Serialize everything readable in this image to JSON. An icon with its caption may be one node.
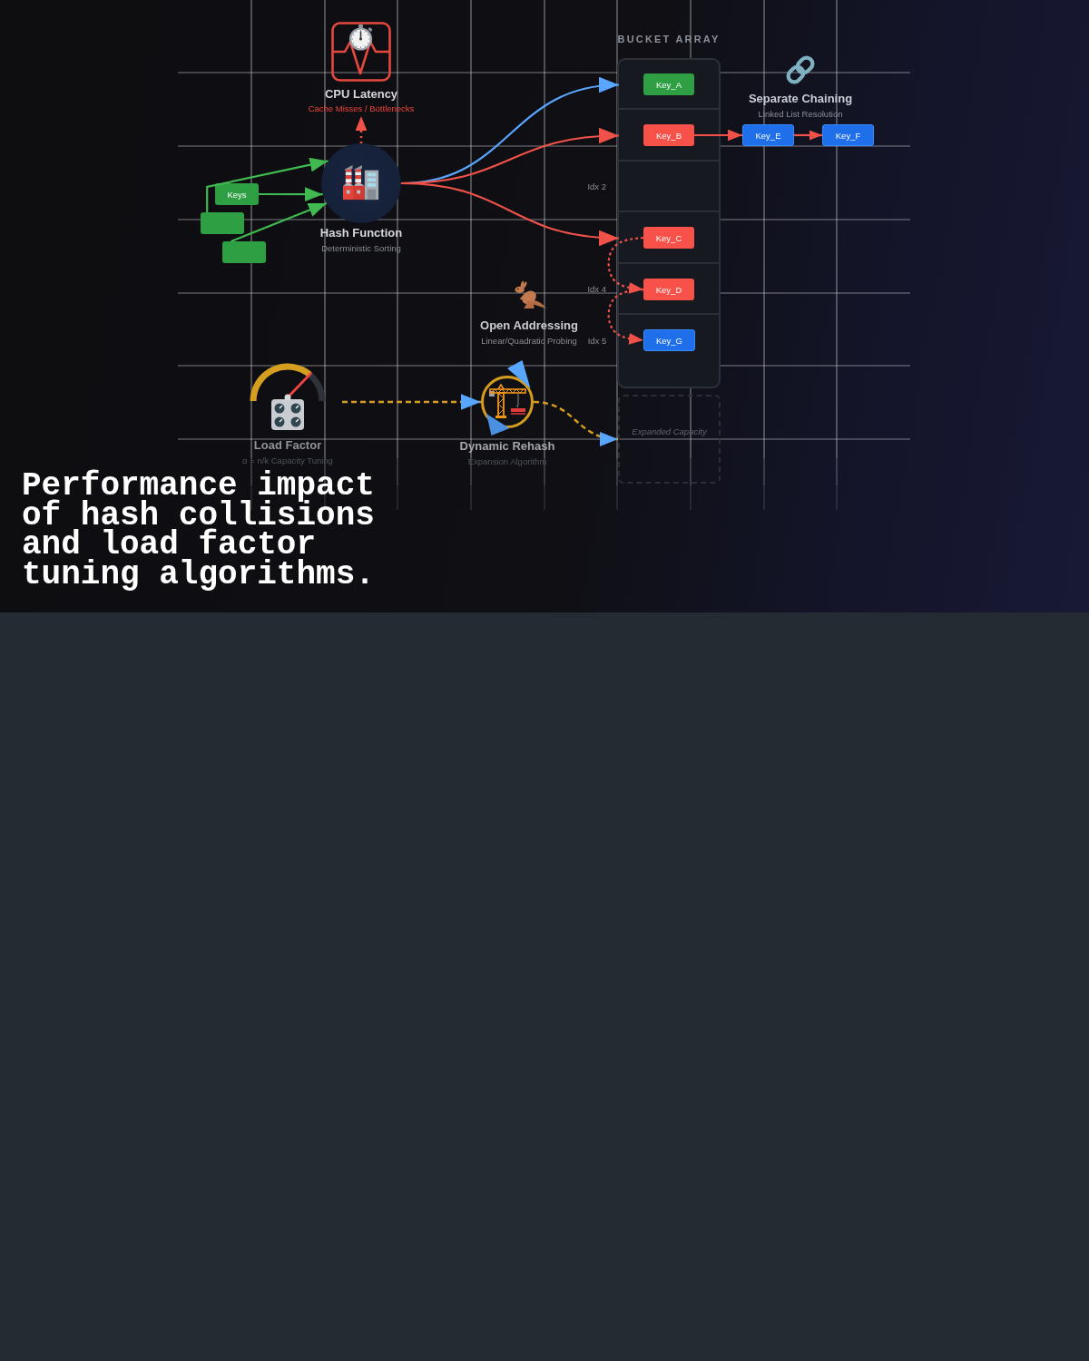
{
  "diagram": {
    "title": "Performance impact of hash collisions and load factor tuning algorithms.",
    "nodes": [
      {
        "text": [
          "CPU Latency",
          "Cache Misses / Bottlenecks"
        ]
      },
      {
        "text": [
          "Keys"
        ]
      },
      {
        "text": [],
        "shape": "box"
      },
      {
        "text": [],
        "shape": "box"
      },
      {
        "text": [
          "Hash Function",
          "Deterministic Sorting"
        ]
      },
      {
        "text": [
          "BUCKET ARRAY"
        ]
      },
      {
        "text": [],
        "shape": "box",
        "in": 5
      },
      {
        "text": [
          "Key_A"
        ],
        "in": 6
      },
      {
        "text": [],
        "shape": "box",
        "in": 5
      },
      {
        "text": [
          "Key_B"
        ],
        "in": 8
      },
      {
        "text": [],
        "shape": "box",
        "in": 5,
        "beside": [
          "Idx 2"
        ]
      },
      {
        "text": [],
        "shape": "box",
        "in": 5
      },
      {
        "text": [
          "Key_C"
        ],
        "in": 11
      },
      {
        "text": [],
        "shape": "box",
        "in": 5,
        "beside": [
          "Idx 4"
        ]
      },
      {
        "text": [
          "Key_D"
        ],
        "in": 13
      },
      {
        "text": [],
        "shape": "box",
        "in": 5
      },
      {
        "text": [
          "Key_G"
        ],
        "in": 15
      },
      {
        "text": [
          "Key_E"
        ]
      },
      {
        "text": [
          "Key_F"
        ]
      },
      {
        "text": [
          "Load Factor",
          "α = n/k Capacity Tuning"
        ]
      },
      {
        "text": [
          "Dynamic Rehash",
          "Expansion Algorithm"
        ]
      },
      {
        "text": [
          "Expanded Capacity"
        ]
      }
    ],
    "edges": [
      {
        "from": 2,
        "to": 4,
        "arrow": "to",
        "color": "#3fb950"
      },
      {
        "from": 1,
        "to": 4,
        "arrow": "to",
        "color": "#3fb950"
      },
      {
        "from": 3,
        "to": 4,
        "arrow": "to",
        "color": "#3fb950"
      },
      {
        "from": 4,
        "to": 0,
        "arrow": "to",
        "style": "dashed"
      },
      {
        "from": 4,
        "to": 6,
        "arrow": "to",
        "color": "#58a6ff"
      },
      {
        "from": 4,
        "to": 8,
        "arrow": "to"
      },
      {
        "from": 4,
        "to": 11,
        "arrow": "to"
      },
      {
        "from": 9,
        "to": 17,
        "arrow": "to"
      },
      {
        "from": 17,
        "to": 18,
        "arrow": "to"
      },
      {
        "from": 12,
        "to": 14,
        "arrow": "to",
        "style": "dashed"
      },
      {
        "from": 14,
        "to": 16,
        "arrow": "to",
        "style": "dashed"
      },
      {
        "from": 19,
        "to": 20,
        "arrow": "to",
        "style": "dashed",
        "color": "#d69e1e"
      },
      {
        "from": 20,
        "to": 21,
        "arrow": "to",
        "style": "dashed",
        "color": "#d69e1e"
      }
    ],
    "labels": [
      "Separate Chaining",
      "Linked List Resolution",
      "Open Addressing",
      "Linear/Quadratic Probing",
      "Idx 5"
    ]
  }
}
